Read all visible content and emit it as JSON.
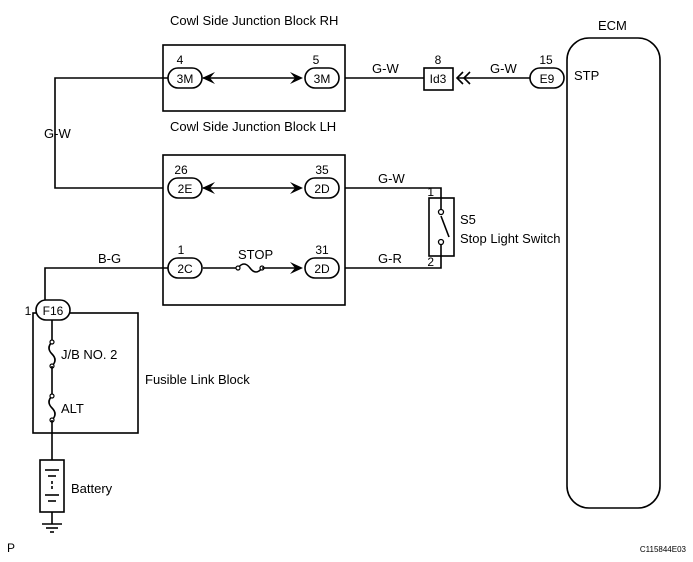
{
  "labels": {
    "cowl_rh": "Cowl Side Junction Block RH",
    "cowl_lh": "Cowl Side Junction Block LH",
    "ecm": "ECM",
    "stp": "STP",
    "s5": "S5",
    "stop_light_switch": "Stop Light Switch",
    "stop": "STOP",
    "fusible_link_block": "Fusible Link Block",
    "jb_no2": "J/B NO. 2",
    "alt": "ALT",
    "battery": "Battery",
    "corner_p": "P",
    "figure_code": "C115844E03"
  },
  "connectors": {
    "rh_left": {
      "code": "3M",
      "pin": "4"
    },
    "rh_right": {
      "code": "3M",
      "pin": "5"
    },
    "id3": {
      "code": "Id3",
      "pin": "8"
    },
    "e9": {
      "code": "E9",
      "pin": "15"
    },
    "lh_top_left": {
      "code": "2E",
      "pin": "26"
    },
    "lh_top_right": {
      "code": "2D",
      "pin": "35"
    },
    "lh_bot_left": {
      "code": "2C",
      "pin": "1"
    },
    "lh_bot_right": {
      "code": "2D",
      "pin": "31"
    },
    "f16": {
      "code": "F16",
      "pin": "1"
    }
  },
  "switch_pins": {
    "top": "1",
    "bottom": "2"
  },
  "wires": {
    "rh_to_id3": "G-W",
    "id3_to_e9": "G-W",
    "left_vertical": "G-W",
    "to_switch_top": "G-W",
    "to_switch_bottom": "G-R",
    "fuse_feed": "B-G"
  }
}
